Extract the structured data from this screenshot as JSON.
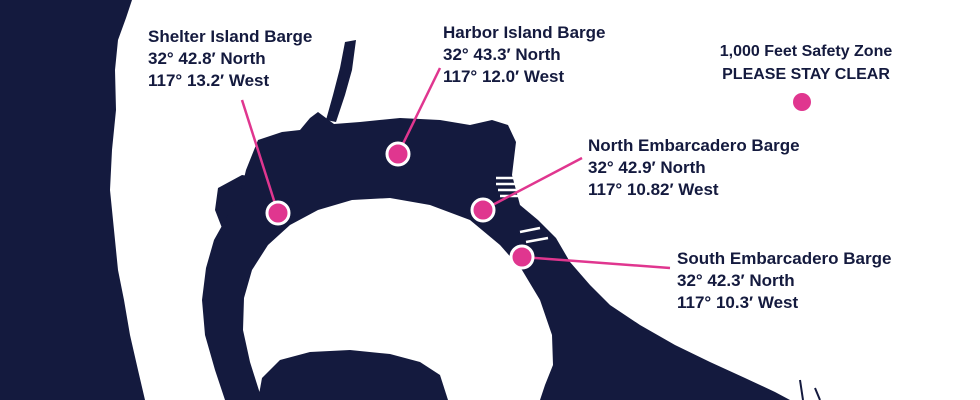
{
  "colors": {
    "land": "#141a3e",
    "water": "#ffffff",
    "marker": "#e0368f",
    "text": "#141a3e"
  },
  "legend": {
    "line1": "1,000 Feet Safety Zone",
    "line2": "PLEASE STAY CLEAR",
    "icon": "pink-circle-marker"
  },
  "barges": [
    {
      "name": "Shelter Island Barge",
      "lat": "32° 42.8′ North",
      "lon": "117° 13.2′ West"
    },
    {
      "name": "Harbor Island Barge",
      "lat": "32° 43.3′ North",
      "lon": "117° 12.0′ West"
    },
    {
      "name": "North Embarcadero Barge",
      "lat": "32° 42.9′ North",
      "lon": "117° 10.82′ West"
    },
    {
      "name": "South Embarcadero Barge",
      "lat": "32° 42.3′ North",
      "lon": "117° 10.3′ West"
    }
  ]
}
